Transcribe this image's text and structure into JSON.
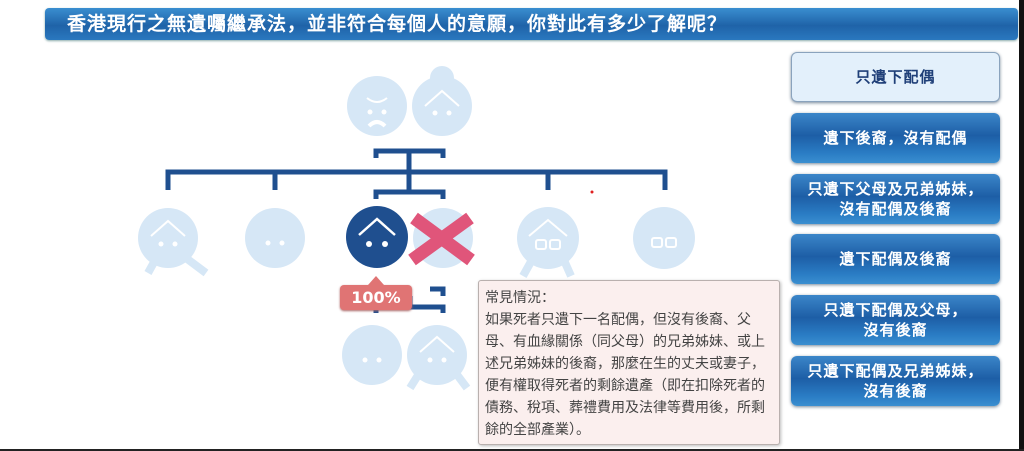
{
  "header": {
    "title": "香港現行之無遺囑繼承法，並非符合每個人的意願，你對此有多少了解呢？"
  },
  "diagram": {
    "share_label": "100%"
  },
  "tooltip": {
    "heading": "常見情況：",
    "body": "如果死者只遺下一名配偶，但沒有後裔、父母、有血緣關係（同父母）的兄弟姊妹、或上述兄弟姊妹的後裔，那麼在生的丈夫或妻子，便有權取得死者的剩餘遺產（即在扣除死者的債務、稅項、葬禮費用及法律等費用後，所剩餘的全部產業）。"
  },
  "scenarios": [
    {
      "label": "只遺下配偶",
      "active": true
    },
    {
      "label": "遺下後裔，沒有配偶"
    },
    {
      "label": "只遺下父母及兄弟姊妹，\n沒有配偶及後裔"
    },
    {
      "label": "遺下配偶及後裔"
    },
    {
      "label": "只遺下配偶及父母，\n沒有後裔"
    },
    {
      "label": "只遺下配偶及兄弟姊妹，\n沒有後裔"
    }
  ],
  "colors": {
    "primary": "#1f4f8f",
    "light_person": "#d6e7f6",
    "cross": "#e0557a",
    "badge": "#e07474"
  }
}
